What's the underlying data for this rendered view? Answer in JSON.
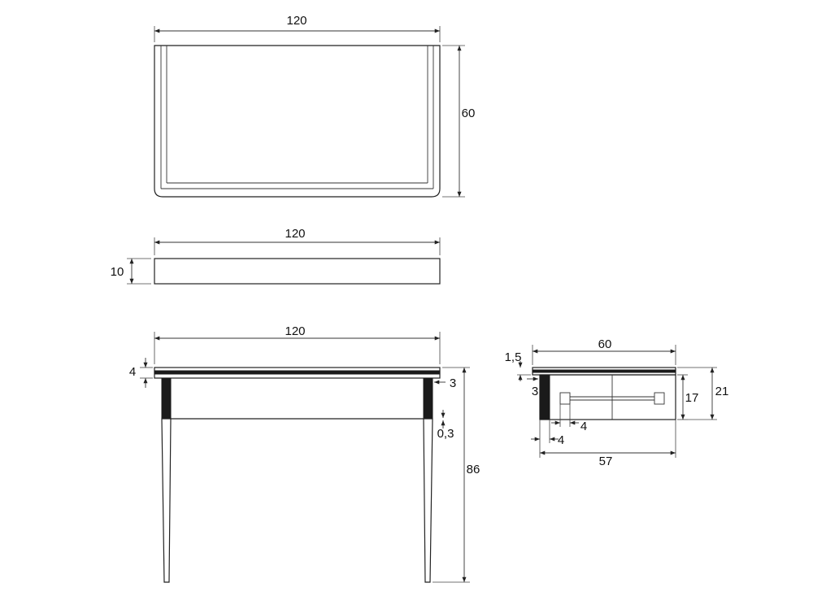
{
  "top_view": {
    "width_label": "120",
    "depth_label": "60"
  },
  "top_panel_view": {
    "width_label": "120",
    "height_label": "10"
  },
  "front_view": {
    "width_label": "120",
    "top_thickness_label": "4",
    "apron_label": "3",
    "gap_label": "0,3",
    "height_label": "86"
  },
  "side_view": {
    "width_label": "60",
    "inner_width_label": "57",
    "top_thickness_label": "1,5",
    "inset_label": "3",
    "drawer_height_label": "17",
    "total_height_label": "21",
    "handle_offset_label": "4",
    "leg_width_label": "4"
  }
}
